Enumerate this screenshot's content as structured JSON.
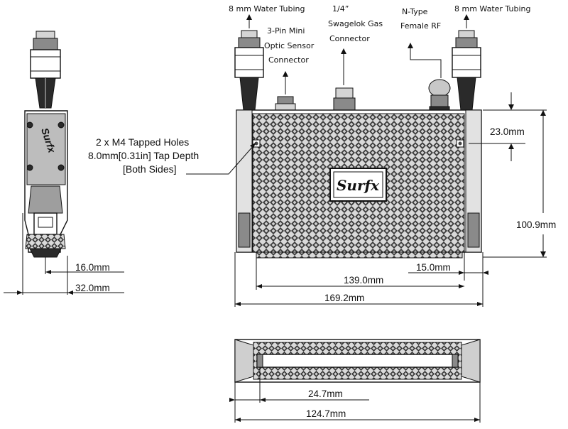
{
  "labels": {
    "water_left": "8 mm Water Tubing",
    "sensor_line1": "3-Pin Mini",
    "sensor_line2": "Optic Sensor",
    "sensor_line3": "Connector",
    "gas_line1": "1/4”",
    "gas_line2": "Swagelok Gas",
    "gas_line3": "Connector",
    "rf_line1": "N-Type",
    "rf_line2": "Female RF",
    "water_right": "8 mm Water Tubing",
    "holes_line1": "2 x M4 Tapped Holes",
    "holes_line2": "8.0mm[0.31in] Tap Depth",
    "holes_line3": "[Both Sides]",
    "logo_front": "Surfx",
    "logo_side": "Surfx"
  },
  "dimensions": {
    "d_23": "23.0mm",
    "d_100_9": "100.9mm",
    "d_16": "16.0mm",
    "d_32": "32.0mm",
    "d_15": "15.0mm",
    "d_139": "139.0mm",
    "d_169_2": "169.2mm",
    "d_24_7": "24.7mm",
    "d_124_7": "124.7mm"
  }
}
